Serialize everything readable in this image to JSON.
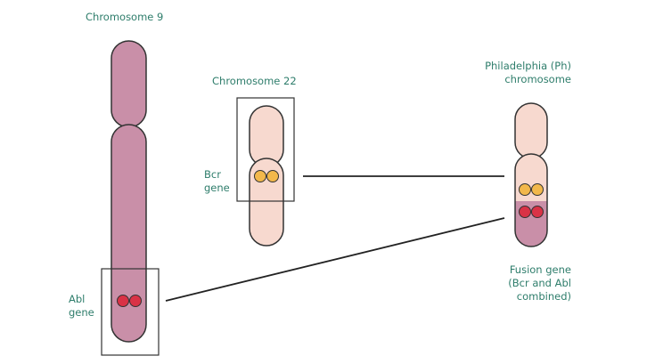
{
  "labels": {
    "chromosome9": "Chromosome 9",
    "chromosome22": "Chromosome 22",
    "ph_line1": "Philadelphia (Ph)",
    "ph_line2": "chromosome",
    "bcr_line1": "Bcr",
    "bcr_line2": "gene",
    "abl_line1": "Abl",
    "abl_line2": "gene",
    "fusion_line1": "Fusion gene",
    "fusion_line2": "(Bcr and Abl",
    "fusion_line3": "combined)"
  },
  "colors": {
    "label_text": "#2e7d6b",
    "chromosome9_fill": "#c98fa8",
    "chromosome22_fill": "#f7d9cf",
    "ph_lower_fill": "#c98fa8",
    "bcr_gene": "#f2b84b",
    "abl_gene": "#d93246",
    "outline": "#333333"
  }
}
